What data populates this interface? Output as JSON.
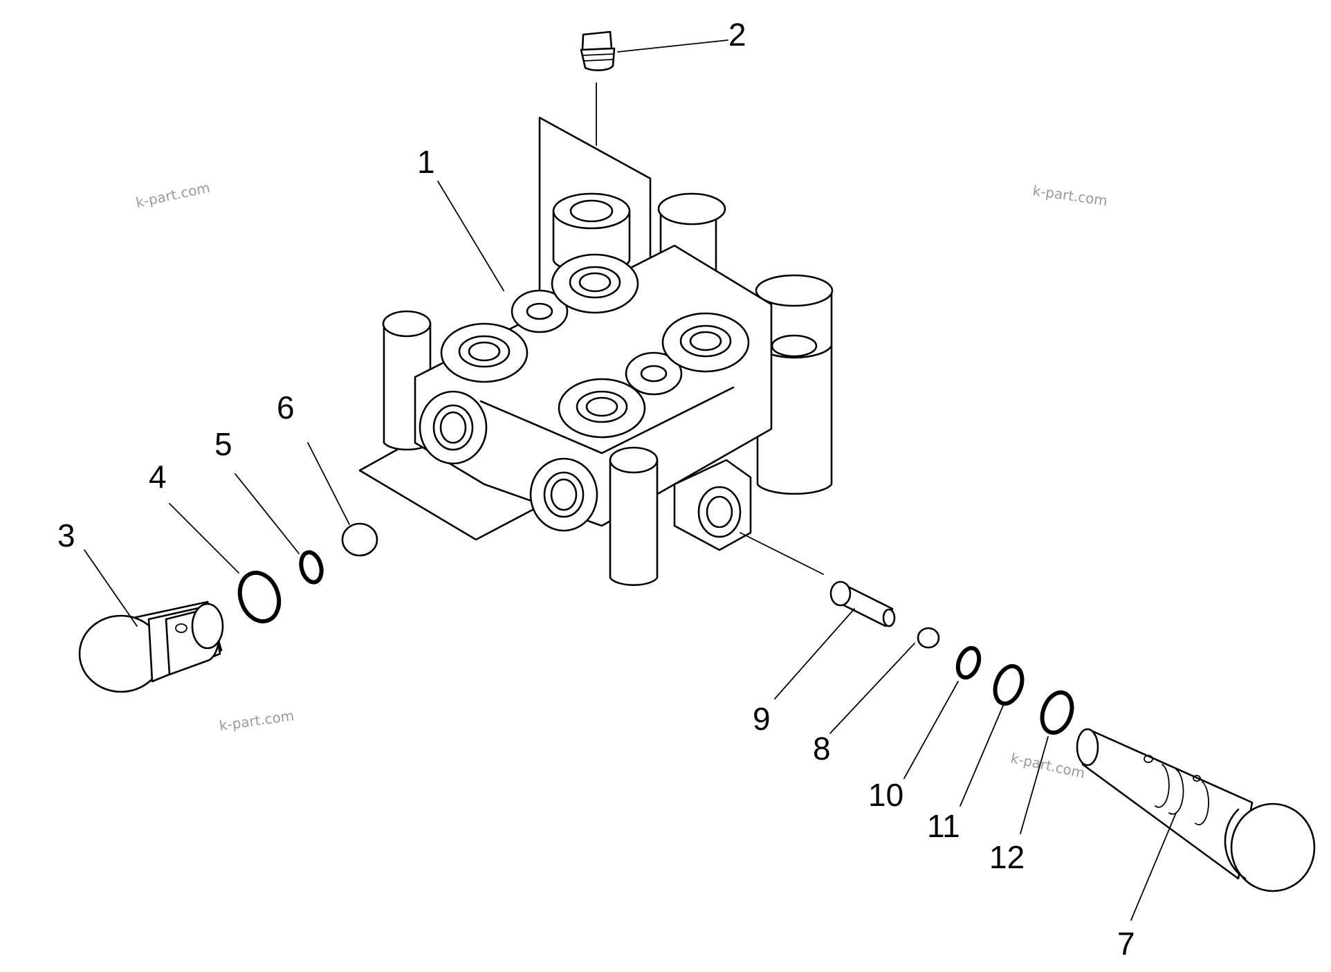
{
  "callouts": [
    {
      "id": "1",
      "label": "1"
    },
    {
      "id": "2",
      "label": "2"
    },
    {
      "id": "3",
      "label": "3"
    },
    {
      "id": "4",
      "label": "4"
    },
    {
      "id": "5",
      "label": "5"
    },
    {
      "id": "6",
      "label": "6"
    },
    {
      "id": "7",
      "label": "7"
    },
    {
      "id": "8",
      "label": "8"
    },
    {
      "id": "9",
      "label": "9"
    },
    {
      "id": "10",
      "label": "10"
    },
    {
      "id": "11",
      "label": "11"
    },
    {
      "id": "12",
      "label": "12"
    }
  ],
  "watermarks": [
    "k-part.com",
    "k-part.com",
    "k-part.com",
    "k-part.com"
  ]
}
